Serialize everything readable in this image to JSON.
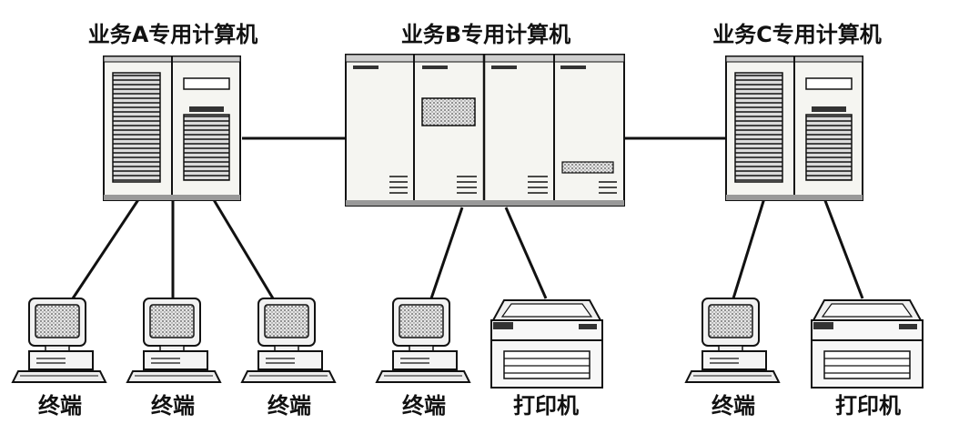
{
  "labels": {
    "mainframe_a": "业务A专用计算机",
    "mainframe_b": "业务B专用计算机",
    "mainframe_c": "业务C专用计算机",
    "terminal": "终端",
    "printer": "打印机"
  },
  "colors": {
    "line": "#111111",
    "cabinet": "#f6f6f2",
    "screen": "#9a9a9a",
    "panel": "#d9d9d9"
  }
}
